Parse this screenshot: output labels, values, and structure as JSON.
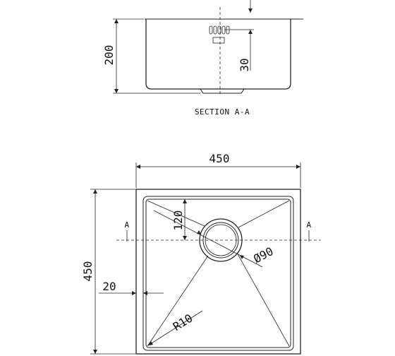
{
  "section": {
    "caption": "SECTION A-A",
    "depth_label": "200",
    "drain_offset_label": "30"
  },
  "plan": {
    "width_label": "450",
    "height_label": "450",
    "drain_offset_label": "120",
    "drain_diameter_label": "Ø90",
    "edge_offset_label": "20",
    "corner_radius_label": "R10",
    "cut_mark_left": "A",
    "cut_mark_right": "A"
  }
}
